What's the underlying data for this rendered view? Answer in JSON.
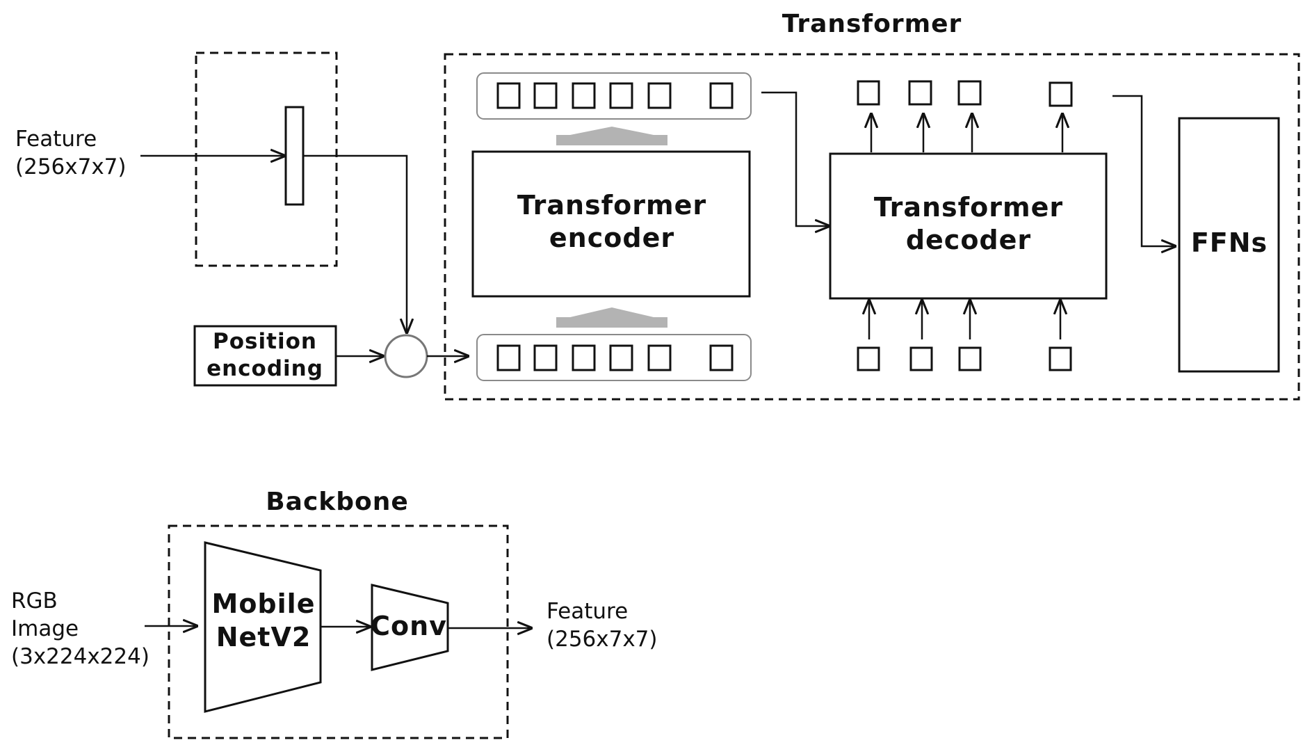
{
  "transformer": {
    "title": "Transformer",
    "encoder_line1": "Transformer",
    "encoder_line2": "encoder",
    "decoder_line1": "Transformer",
    "decoder_line2": "decoder",
    "ffns": "FFNs"
  },
  "input": {
    "feature_line1": "Feature",
    "feature_line2": "(256x7x7)"
  },
  "position_encoding": {
    "line1": "Position",
    "line2": "encoding"
  },
  "backbone": {
    "title": "Backbone",
    "rgb_line1": "RGB",
    "rgb_line2": "Image",
    "rgb_line3": "(3x224x224)",
    "mobilenet_line1": "Mobile",
    "mobilenet_line2": "NetV2",
    "conv": "Conv",
    "output_line1": "Feature",
    "output_line2": "(256x7x7)"
  }
}
